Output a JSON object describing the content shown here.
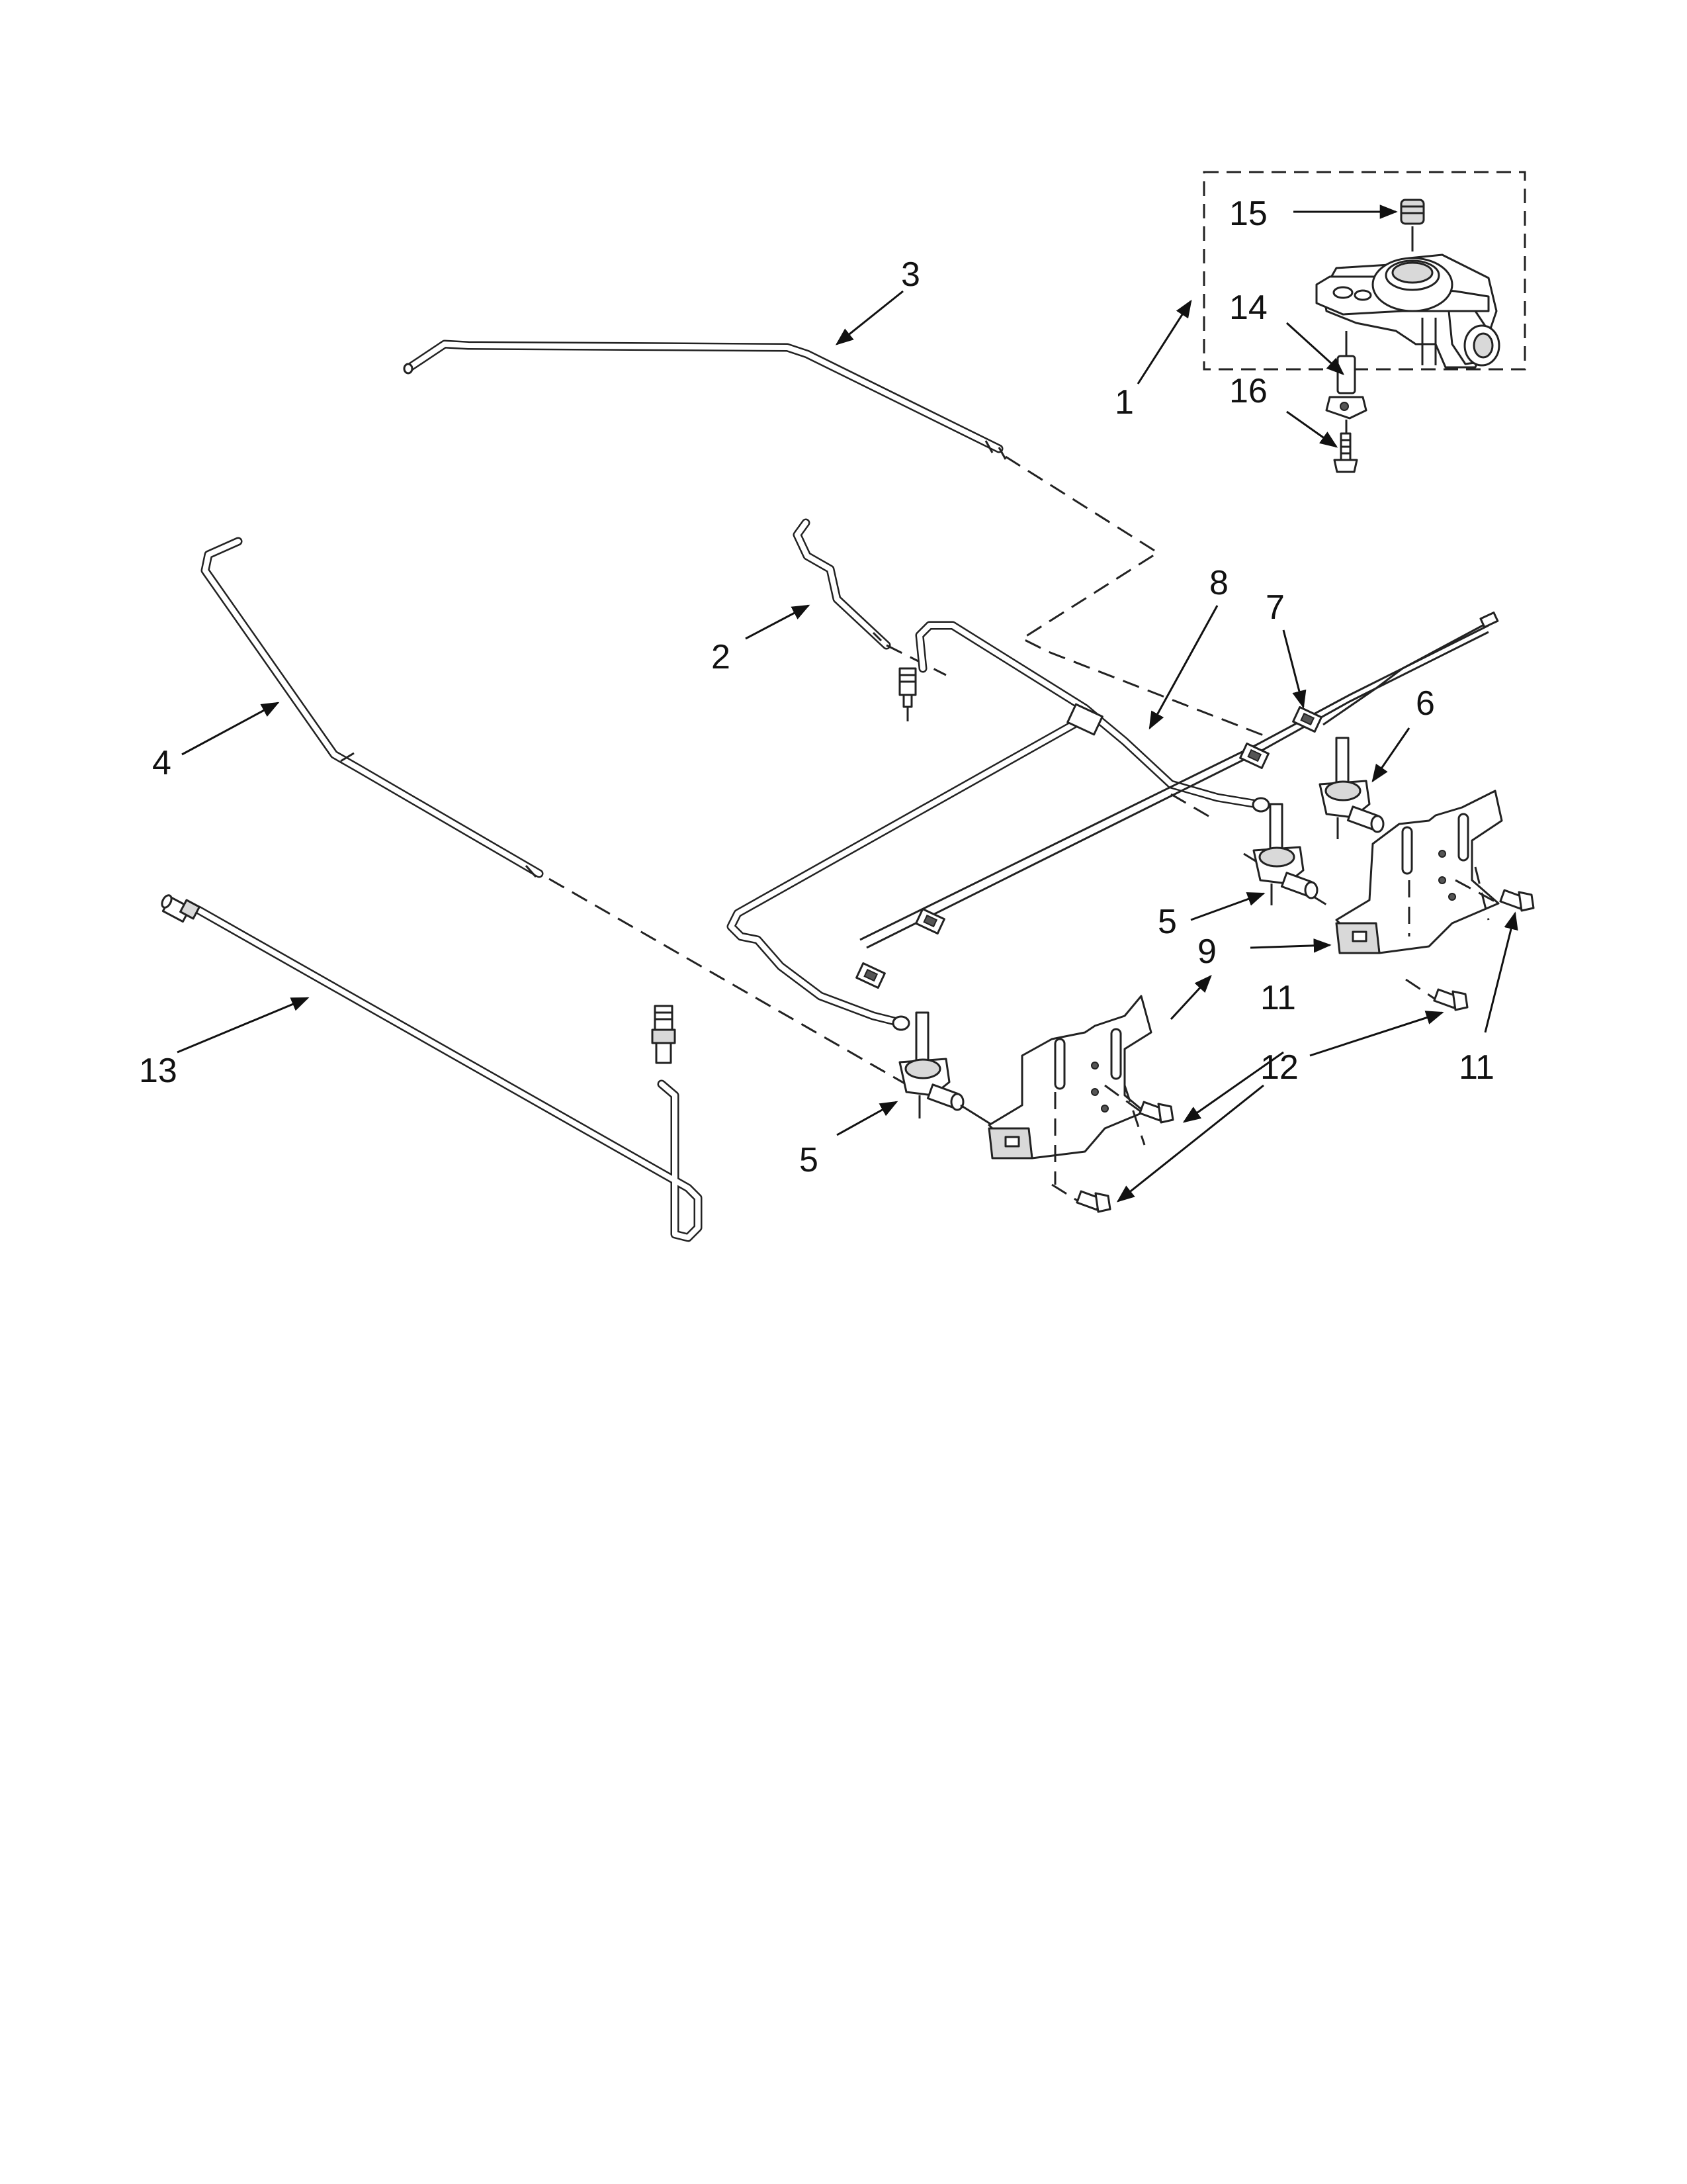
{
  "diagram": {
    "callouts": {
      "c1": "1",
      "c2": "2",
      "c3": "3",
      "c4": "4",
      "c5a": "5",
      "c5b": "5",
      "c6": "6",
      "c7": "7",
      "c8": "8",
      "c9": "9",
      "c11a": "11",
      "c11b": "11",
      "c12": "12",
      "c13": "13",
      "c14": "14",
      "c15": "15",
      "c16": "16"
    }
  }
}
